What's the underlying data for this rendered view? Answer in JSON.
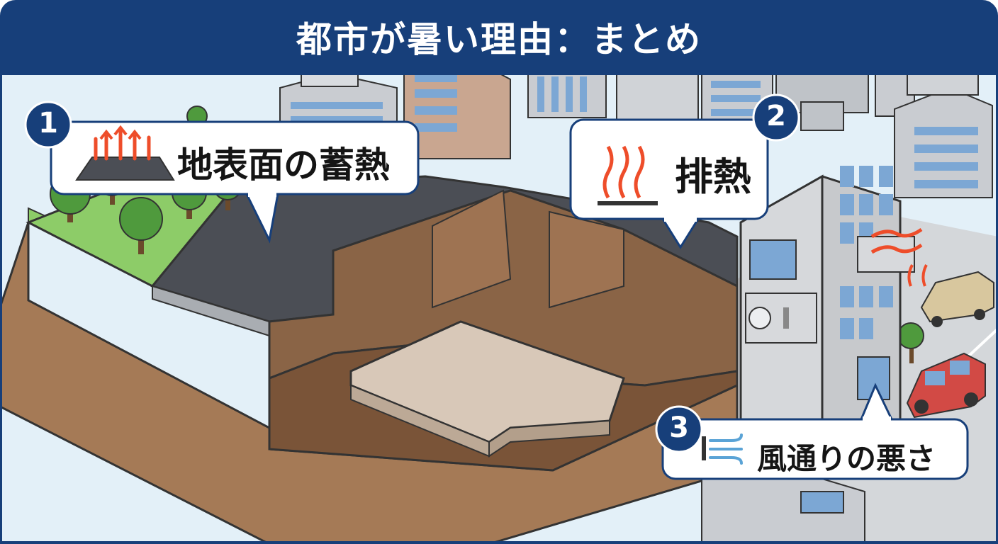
{
  "title": "都市が暑い理由：まとめ",
  "colors": {
    "header": "#173f7a",
    "frame": "#173f7a",
    "sky": "#e3f0f8",
    "grass": "#8dcc68",
    "asphalt": "#4b4e55",
    "soil": "#8a6446",
    "soil_light": "#a57a56",
    "concrete": "#d8c8b8",
    "building": "#c7c9cc",
    "window": "#7ca7d4",
    "heat": "#ee4d2a",
    "wind": "#5aa3d6"
  },
  "callouts": [
    {
      "number": "1",
      "label": "地表面の蓄熱",
      "icon": "heated-ground-icon"
    },
    {
      "number": "2",
      "label": "排熱",
      "icon": "heat-waves-icon"
    },
    {
      "number": "3",
      "label": "風通りの悪さ",
      "icon": "wind-icon"
    }
  ]
}
